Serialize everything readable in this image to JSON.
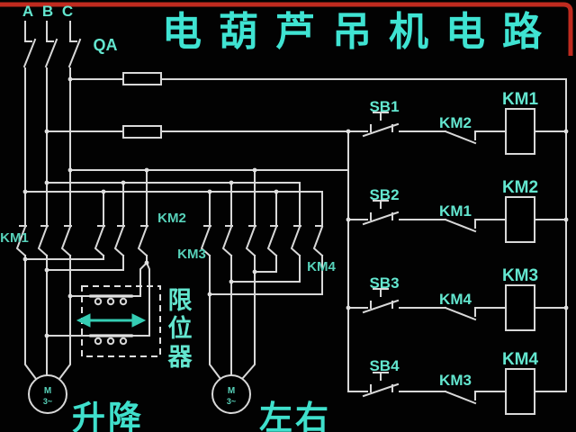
{
  "title": "电葫芦吊机电路",
  "phases": {
    "a": "A",
    "b": "B",
    "c": "C"
  },
  "qa_label": "QA",
  "rungs": [
    {
      "button": "SB1",
      "interlock": "KM2",
      "coil": "KM1"
    },
    {
      "button": "SB2",
      "interlock": "KM1",
      "coil": "KM2"
    },
    {
      "button": "SB3",
      "interlock": "KM4",
      "coil": "KM3"
    },
    {
      "button": "SB4",
      "interlock": "KM3",
      "coil": "KM4"
    }
  ],
  "main_contactors": {
    "km1": "KM1",
    "km2": "KM2",
    "km3": "KM3",
    "km4": "KM4"
  },
  "limit_switch": {
    "c1": "限",
    "c2": "位",
    "c3": "器"
  },
  "motors": {
    "hoist_label": "升降",
    "travel_label": "左右",
    "symbol": "M",
    "phase": "3~"
  },
  "colors": {
    "background": "#000000",
    "wire": "#d8d8d8",
    "label_cyan": "#63e6cf",
    "title_cyan": "#3fe3d2",
    "frame_red": "#bf2b1f"
  }
}
